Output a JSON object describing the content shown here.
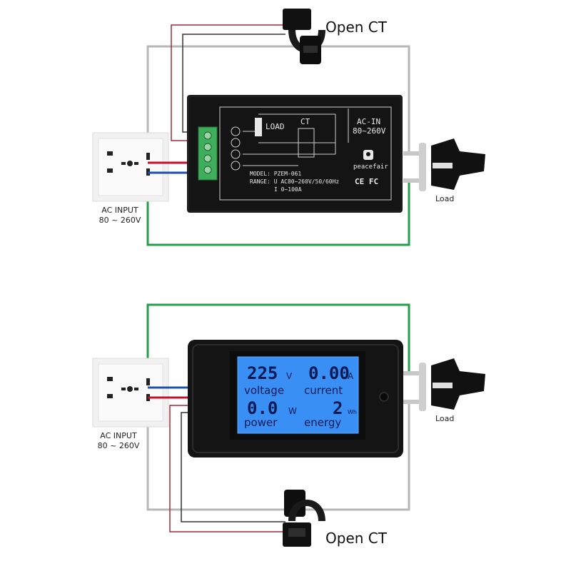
{
  "labels": {
    "open_ct_top": "Open CT",
    "open_ct_bottom": "Open CT",
    "ac_input_top": "AC INPUT",
    "ac_input_range_top": "80 ~ 260V",
    "ac_input_bottom": "AC INPUT",
    "ac_input_range_bottom": "80 ~ 260V",
    "load_top": "Load",
    "load_bottom": "Load"
  },
  "panel": {
    "load_label": "LOAD",
    "ct_label": "CT",
    "ac_in_label": "AC-IN",
    "ac_in_range": "80~260V",
    "brand": "peacefair",
    "model_line": "MODEL: PZEM-061",
    "range_line_u": "RANGE: U AC80~260V/50/60Hz",
    "range_line_i": "I 0~100A",
    "cert": "CE FC"
  },
  "display": {
    "voltage_value": "225",
    "voltage_unit": "V",
    "voltage_label": "voltage",
    "current_value": "0.00",
    "current_unit": "A",
    "current_label": "current",
    "power_value": "0.0",
    "power_unit": "W",
    "power_label": "power",
    "energy_value": "2",
    "energy_unit": "Wh",
    "energy_label": "energy"
  },
  "colors": {
    "wire_grey": "#b7b7b7",
    "wire_green": "#22a04a",
    "wire_red": "#c8102e",
    "wire_blue": "#1f4fb0",
    "wire_red_thin": "#a32a3a",
    "lcd_blue": "#3a8ff5",
    "device_black": "#141414"
  }
}
